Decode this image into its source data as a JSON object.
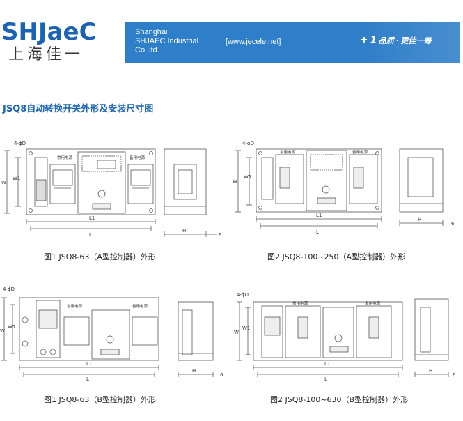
{
  "header": {
    "logo_latin": "SHJaeC",
    "logo_cn": "上海佳一",
    "company_lines": [
      "Shanghai",
      "SHJAEC Industrial",
      "Co.,ltd."
    ],
    "website": "[www.jecele.net]",
    "slogan_prefix": "+ 1",
    "slogan_text": "品质 · 更佳一筹",
    "banner_color": "#2f7ec9",
    "logo_color": "#1a64b3"
  },
  "section_title": "JSQ8自动转换开关外形及安装尺寸图",
  "figures": [
    {
      "caption": "图1 JSQ8-63（A型控制器）外形",
      "hole_label": "4-ϕD",
      "dims": {
        "w": "W",
        "w1": "W1",
        "l": "L",
        "l1": "L1",
        "h": "H",
        "six": "6"
      },
      "panel_labels": {
        "common": "常用电源",
        "standby": "备用电源"
      }
    },
    {
      "caption": "图2  JSQ8-100~250（A型控制器）外形",
      "hole_label": "4-ϕD",
      "dims": {
        "w": "W",
        "w1": "W1",
        "l": "L",
        "l1": "L1",
        "h": "H",
        "six": "6"
      },
      "panel_labels": {
        "common": "常用电源",
        "standby": "备用电源"
      }
    },
    {
      "caption": "图1  JSQ8-63（B型控制器）外形",
      "hole_label": "4-ϕD",
      "dims": {
        "w": "W",
        "w1": "W1",
        "l": "L",
        "l1": "L1",
        "h": "H",
        "six": "6"
      },
      "panel_labels": {
        "common": "常用电源",
        "standby": "备用电源"
      }
    },
    {
      "caption": "图2  JSQ8-100~630（B型控制器）外形",
      "hole_label": "4-ϕD",
      "dims": {
        "w": "W",
        "w1": "W1",
        "l": "L",
        "l1": "L1",
        "h": "H",
        "six": "6"
      },
      "panel_labels": {
        "common": "常用电源",
        "standby": "备用电源"
      }
    }
  ]
}
